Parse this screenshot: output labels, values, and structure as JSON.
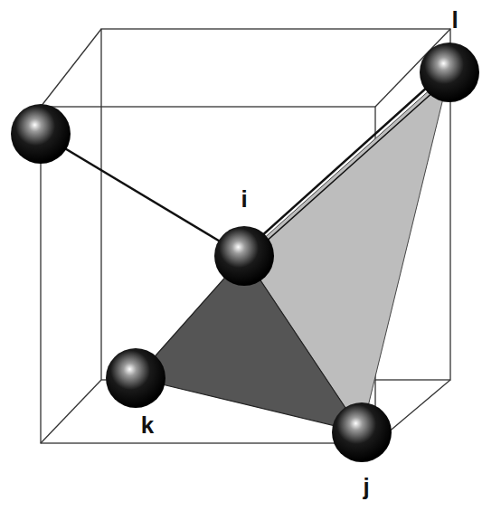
{
  "diagram": {
    "labels": [
      "i",
      "k",
      "j",
      "l"
    ]
  }
}
